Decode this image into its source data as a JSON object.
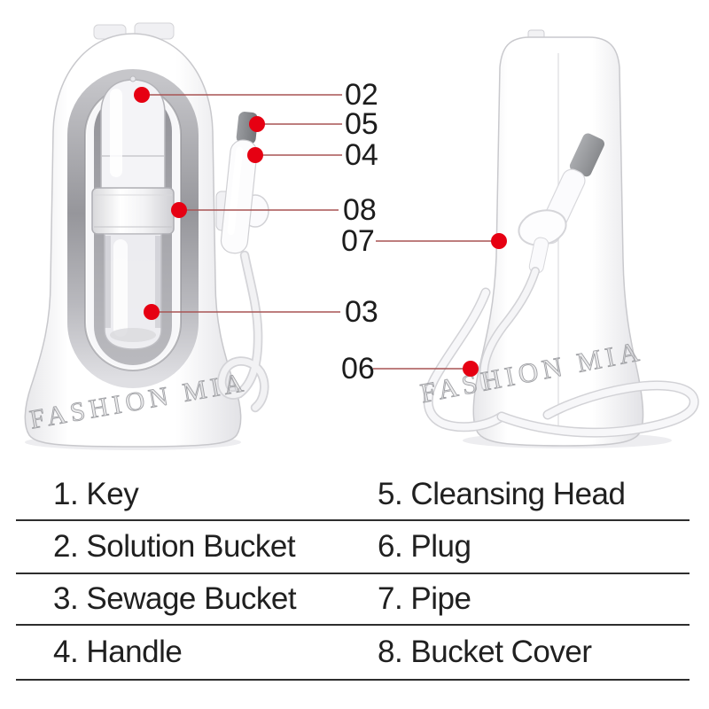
{
  "watermark": {
    "text": "FASHION MIA"
  },
  "callouts": [
    {
      "label": "02"
    },
    {
      "label": "05"
    },
    {
      "label": "04"
    },
    {
      "label": "08"
    },
    {
      "label": "07"
    },
    {
      "label": "03"
    },
    {
      "label": "06"
    }
  ],
  "legend": {
    "rows": [
      {
        "left": "1. Key",
        "right": "5. Cleansing Head"
      },
      {
        "left": "2. Solution Bucket",
        "right": "6. Plug"
      },
      {
        "left": "3. Sewage Bucket",
        "right": "7. Pipe"
      },
      {
        "left": "4. Handle",
        "right": "8. Bucket Cover"
      }
    ]
  },
  "colors": {
    "accent_red": "#e60012",
    "callout_line": "#a85454",
    "table_line": "#2e2e2e",
    "text": "#1f1f1f",
    "watermark_gray": "#a0a1a5"
  }
}
